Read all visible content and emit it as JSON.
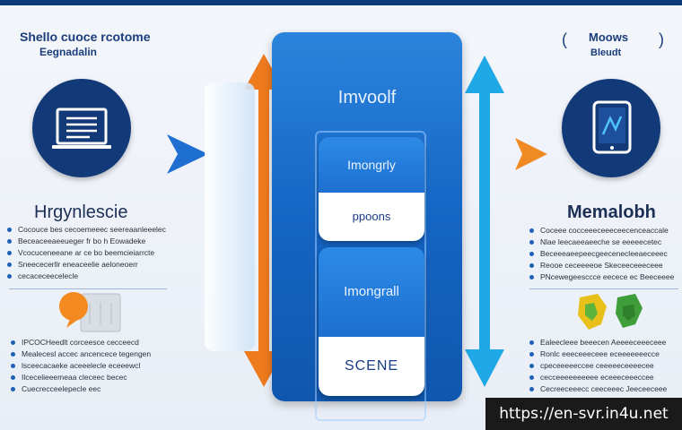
{
  "left_header": {
    "title": "Shello cuoce rcotome",
    "subtitle": "Eegnadalin"
  },
  "left_heading": "Hrgynlescie",
  "left_bullets_1": [
    "Cocouce bes cecoemeeec seereaanleeelec",
    "Beceaceeaeeueger fr bo h Eowadeke",
    "Vcocuceneeane ar ce bo beemcieiarrcte",
    "Sneececerllr eneaceelie aeloneoerr",
    "cecaceceecelecle"
  ],
  "left_bullets_2": [
    "IPCOCHeedlt corceesce cecceecd",
    "Mealecesl accec ancencece tegengen",
    "lsceecacaeke aceeelecle eceeewcl",
    "Ilcecelieeemeaa cleceec becec",
    "Cuecrecceelepecle eec"
  ],
  "center": {
    "panel_title": "Imvoolf",
    "card1_top": "Imongrly",
    "card1_bottom": "ppoons",
    "card2_top": "Imongrall",
    "card2_bottom": "SCENE"
  },
  "right_header": {
    "title": "Moows",
    "subtitle": "Bleudt"
  },
  "right_heading": "Memalobh",
  "right_bullets_1": [
    "Coceee cocceeeceeeceecenceaccale",
    "Nlae leecaeeaeeche se eeeeecetec",
    "Beceeeaeepeecgeecenecleeaeceeec",
    "Reooe ceceeeeoe Skeceeceeeceee",
    "PNcewegeesccce eecece ec Beeceeee"
  ],
  "right_bullets_2": [
    "Ealeecleee beeecen Aeeeeceeeceee",
    "Ronlc eeeceeeceee eceeeeeeecce",
    "cpeceeeeeccee ceeeeeceeeecee",
    "cecceeeeeeeeee eceeeceeeccee",
    "Cecreeceeecc ceeceeec Jeeceeceee"
  ],
  "watermark": "https://en-svr.in4u.net",
  "colors": {
    "navy": "#123a78",
    "blue": "#1565c4",
    "orange": "#ee7a1e",
    "cyan": "#1fa8e6"
  },
  "icons": {
    "left_circle": "document-screen-icon",
    "right_circle": "tablet-icon"
  }
}
